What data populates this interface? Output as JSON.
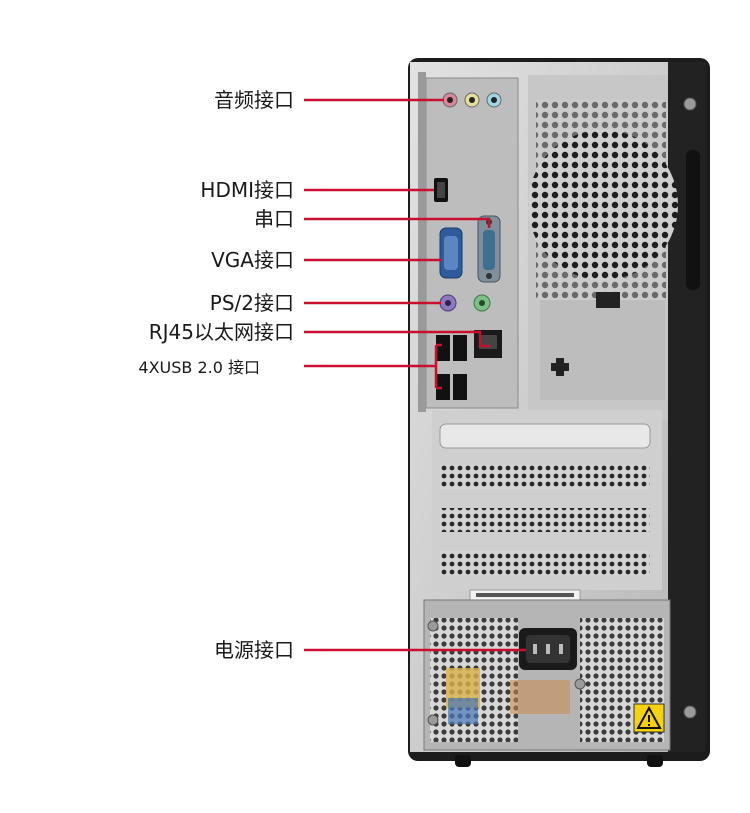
{
  "labels": {
    "audio": "音频接口",
    "hdmi": "HDMI接口",
    "serial": "串口",
    "vga": "VGA接口",
    "ps2": "PS/2接口",
    "rj45": "RJ45以太网接口",
    "usb": "4XUSB 2.0 接口",
    "power": "电源接口"
  },
  "colors": {
    "callout": "#c8102e",
    "chassis": "#1c1c1c",
    "panel": "#c9c9c9",
    "warning": "#f5d10f"
  },
  "icons": [
    "audio-jack-icon",
    "hdmi-port-icon",
    "serial-port-icon",
    "vga-port-icon",
    "ps2-port-icon",
    "ethernet-port-icon",
    "usb-port-icon",
    "power-socket-icon",
    "warning-icon"
  ]
}
